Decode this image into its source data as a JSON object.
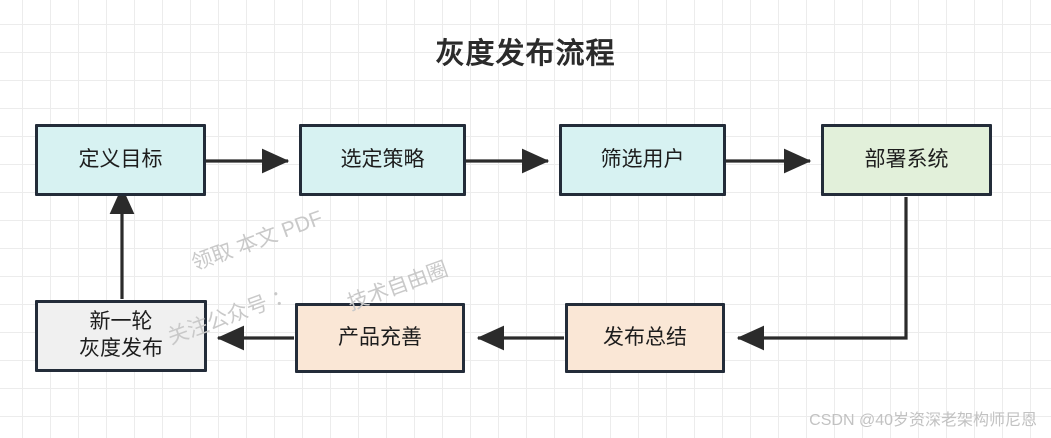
{
  "diagram": {
    "title": "灰度发布流程",
    "type": "flowchart",
    "colors": {
      "border": "#232c39",
      "cyan_fill": "#d7f2f2",
      "green_fill": "#e2f0da",
      "peach_fill": "#fae7d6",
      "gray_fill": "#f0f0f0",
      "grid_line": "#ececec",
      "background": "#ffffff",
      "text": "#1d1d1d",
      "watermark": "#c9c9c9"
    },
    "nodes": [
      {
        "id": "n1",
        "label": "定义目标",
        "fill": "cyan",
        "row": "top",
        "order": 1
      },
      {
        "id": "n2",
        "label": "选定策略",
        "fill": "cyan",
        "row": "top",
        "order": 2
      },
      {
        "id": "n3",
        "label": "筛选用户",
        "fill": "cyan",
        "row": "top",
        "order": 3
      },
      {
        "id": "n4",
        "label": "部署系统",
        "fill": "green",
        "row": "top",
        "order": 4
      },
      {
        "id": "n5",
        "label": "发布总结",
        "fill": "peach",
        "row": "bottom",
        "order": 5
      },
      {
        "id": "n6",
        "label": "产品充善",
        "fill": "peach",
        "row": "bottom",
        "order": 6
      },
      {
        "id": "n7",
        "label_line1": "新一轮",
        "label_line2": "灰度发布",
        "fill": "gray",
        "row": "bottom",
        "order": 7
      }
    ],
    "edges": [
      {
        "from": "n1",
        "to": "n2",
        "direction": "right"
      },
      {
        "from": "n2",
        "to": "n3",
        "direction": "right"
      },
      {
        "from": "n3",
        "to": "n4",
        "direction": "right"
      },
      {
        "from": "n4",
        "to": "n5",
        "direction": "down-left"
      },
      {
        "from": "n5",
        "to": "n6",
        "direction": "left"
      },
      {
        "from": "n6",
        "to": "n7",
        "direction": "left"
      },
      {
        "from": "n7",
        "to": "n1",
        "direction": "up"
      }
    ]
  },
  "watermarks": {
    "pdf": "领取 本文 PDF",
    "gongzhonghao": "关注公众号 ：",
    "quan": "技术自由圈",
    "csdn": "CSDN @40岁资深老架构师尼恩"
  }
}
